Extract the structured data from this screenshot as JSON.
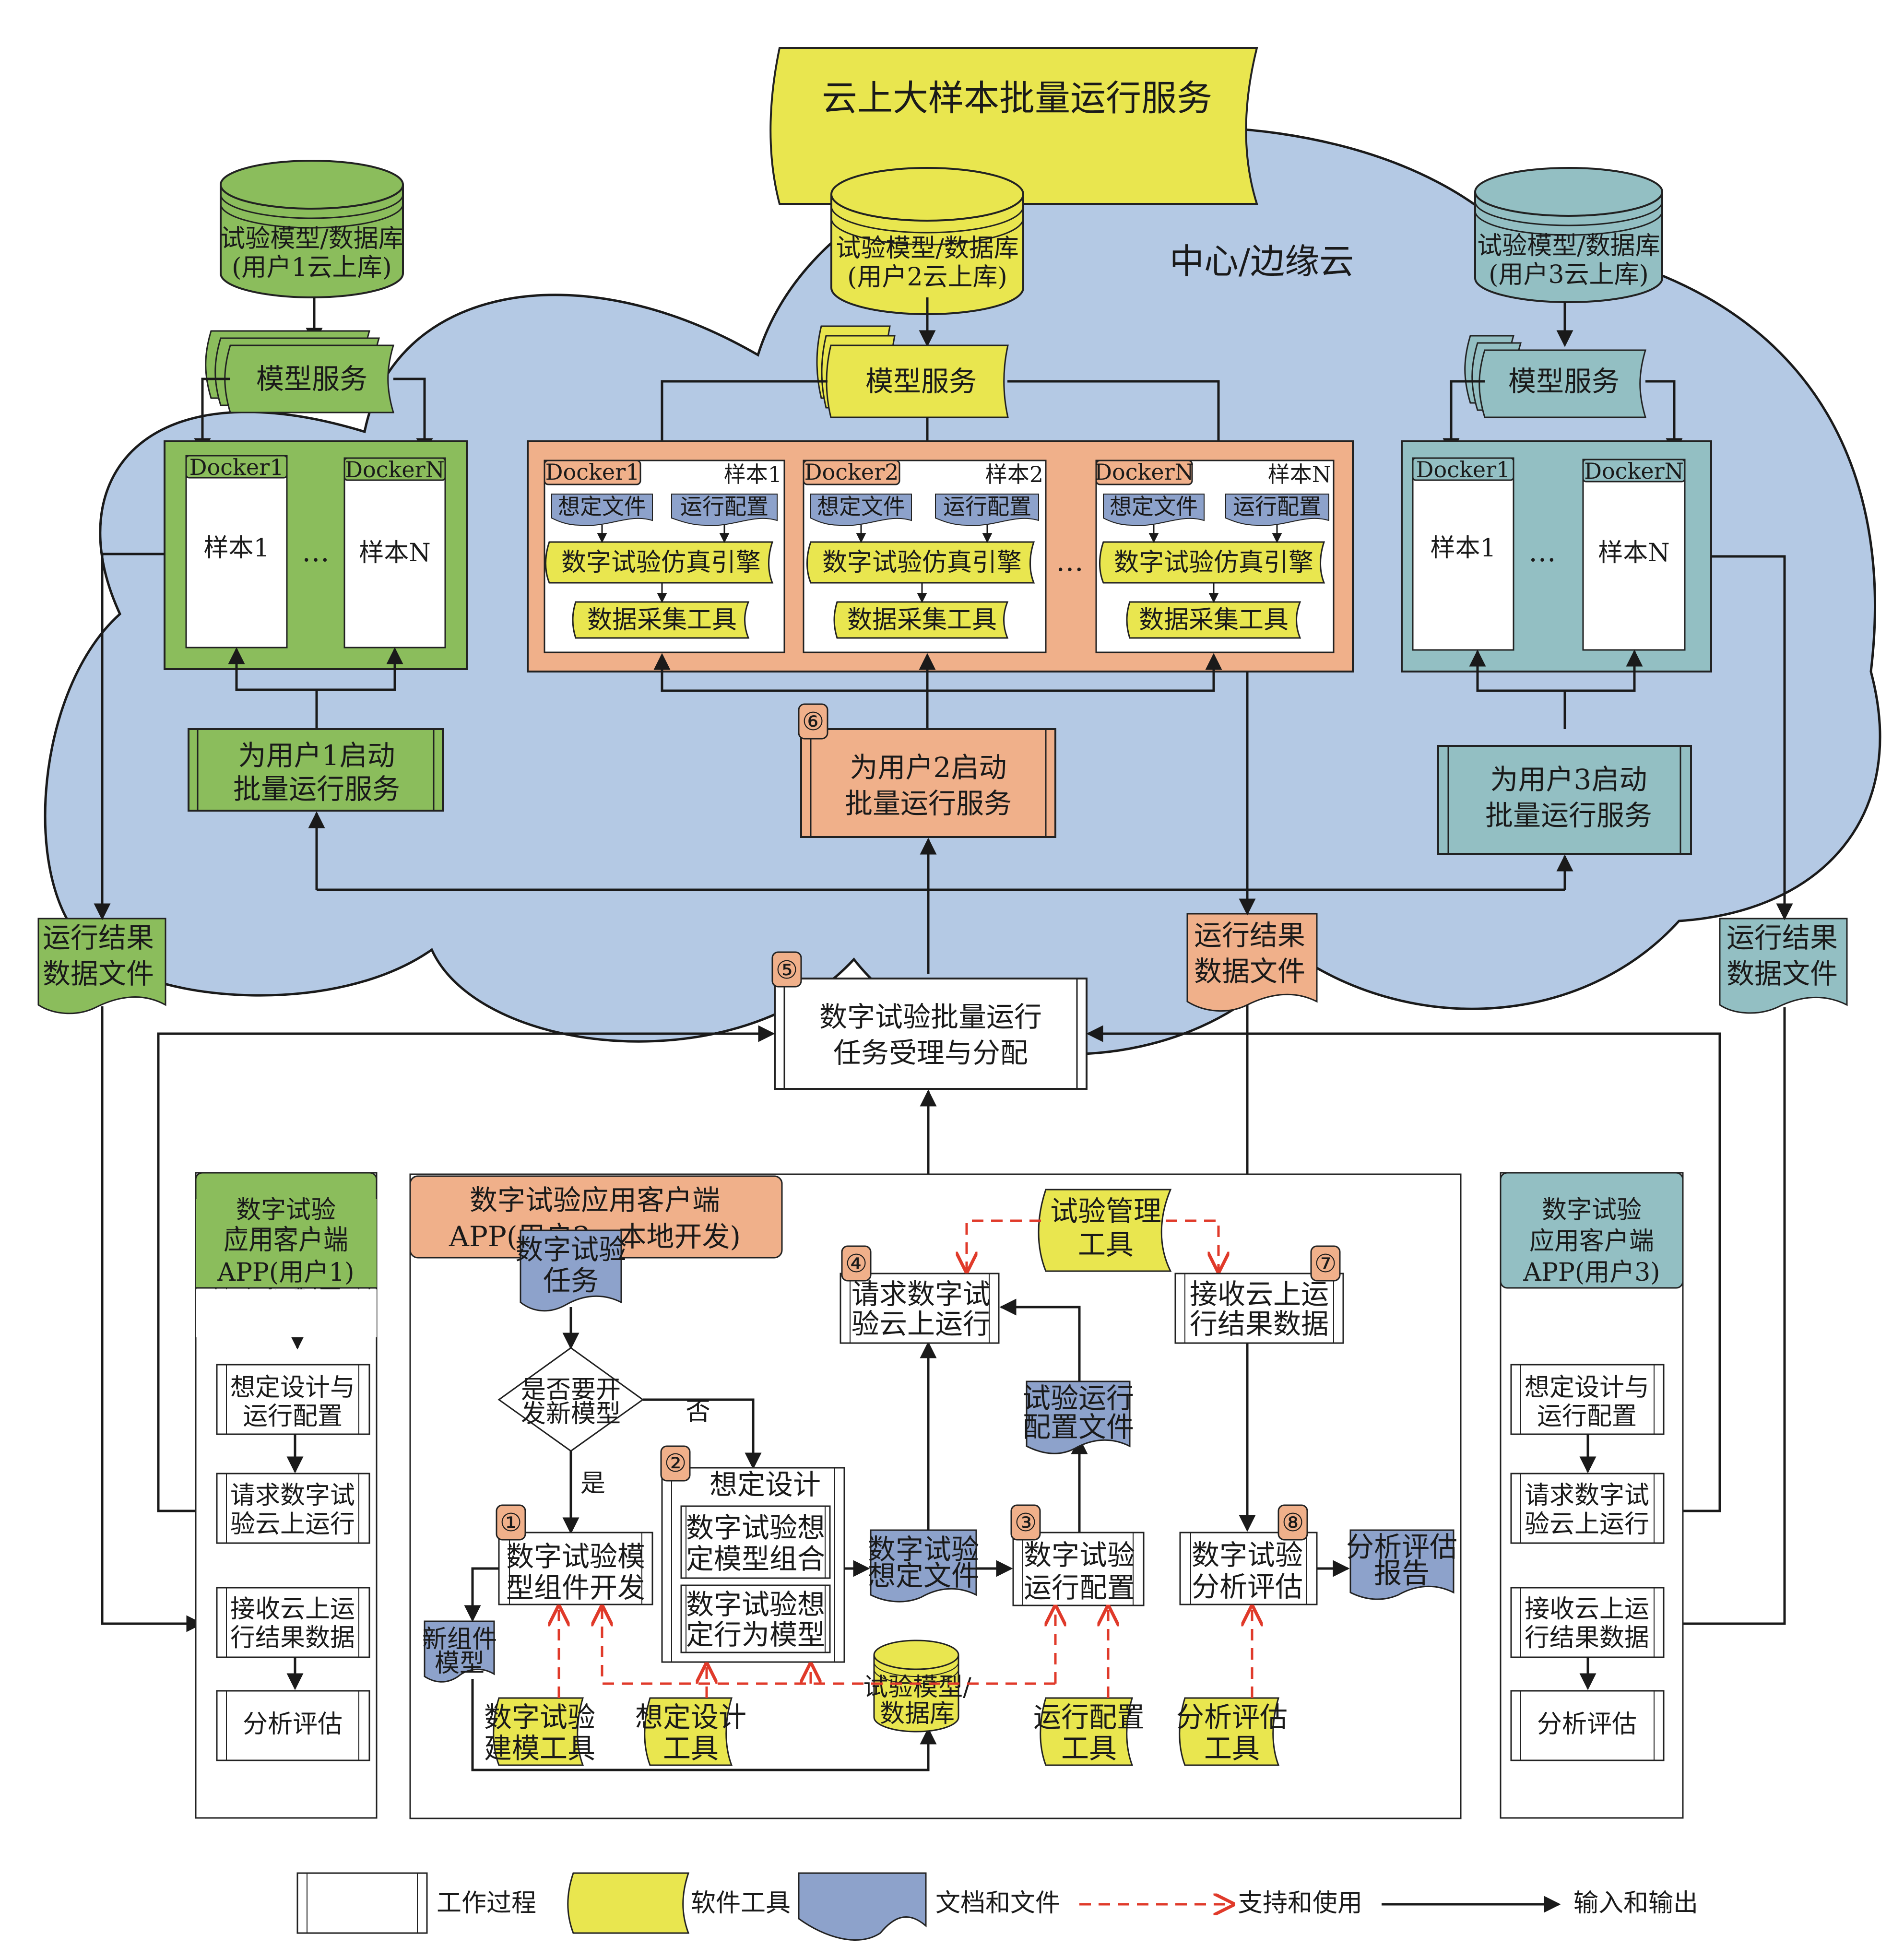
{
  "title": "云上大样本批量运行服务",
  "cloud_label": "中心/边缘云",
  "colors": {
    "cloud": "#b4c9e4",
    "user1": "#8bbd5c",
    "user2": "#f0b08a",
    "user3": "#93bfc3",
    "tool": "#e9e64f",
    "doc": "#8da2cb",
    "support_arrow": "#e03a2a",
    "io_arrow": "#1a1a1a"
  },
  "users": [
    {
      "id": "user1",
      "db_line1": "试验模型/数据库",
      "db_line2": "(用户1云上库)",
      "model_service": "模型服务",
      "dockers": [
        {
          "label": "Docker1",
          "sample": "样本1"
        },
        {
          "label": "DockerN",
          "sample": "样本N"
        }
      ],
      "ellipsis": "…",
      "start_service_line1": "为用户1启动",
      "start_service_line2": "批量运行服务",
      "result_file_line1": "运行结果",
      "result_file_line2": "数据文件",
      "client_title_line1": "数字试验",
      "client_title_line2": "应用客户端",
      "client_title_line3": "APP(用户1)",
      "client_steps": [
        {
          "line1": "想定设计与",
          "line2": "运行配置"
        },
        {
          "line1": "请求数字试",
          "line2": "验云上运行"
        },
        {
          "line1": "接收云上运",
          "line2": "行结果数据"
        },
        {
          "line1": "分析评估",
          "line2": ""
        }
      ]
    },
    {
      "id": "user2",
      "db_line1": "试验模型/数据库",
      "db_line2": "(用户2云上库)",
      "model_service": "模型服务",
      "dockers": [
        {
          "label": "Docker1",
          "sample": "样本1",
          "scenario_file": "想定文件",
          "run_config": "运行配置",
          "engine": "数字试验仿真引擎",
          "collector": "数据采集工具"
        },
        {
          "label": "Docker2",
          "sample": "样本2",
          "scenario_file": "想定文件",
          "run_config": "运行配置",
          "engine": "数字试验仿真引擎",
          "collector": "数据采集工具"
        },
        {
          "label": "DockerN",
          "sample": "样本N",
          "scenario_file": "想定文件",
          "run_config": "运行配置",
          "engine": "数字试验仿真引擎",
          "collector": "数据采集工具"
        }
      ],
      "ellipsis": "…",
      "start_service_step": "⑥",
      "start_service_line1": "为用户2启动",
      "start_service_line2": "批量运行服务",
      "result_file_line1": "运行结果",
      "result_file_line2": "数据文件"
    },
    {
      "id": "user3",
      "db_line1": "试验模型/数据库",
      "db_line2": "(用户3云上库)",
      "model_service": "模型服务",
      "dockers": [
        {
          "label": "Docker1",
          "sample": "样本1"
        },
        {
          "label": "DockerN",
          "sample": "样本N"
        }
      ],
      "ellipsis": "…",
      "start_service_line1": "为用户3启动",
      "start_service_line2": "批量运行服务",
      "result_file_line1": "运行结果",
      "result_file_line2": "数据文件",
      "client_title_line1": "数字试验",
      "client_title_line2": "应用客户端",
      "client_title_line3": "APP(用户3)",
      "client_steps": [
        {
          "line1": "想定设计与",
          "line2": "运行配置"
        },
        {
          "line1": "请求数字试",
          "line2": "验云上运行"
        },
        {
          "line1": "接收云上运",
          "line2": "行结果数据"
        },
        {
          "line1": "分析评估",
          "line2": ""
        }
      ]
    }
  ],
  "dispatch": {
    "step": "⑤",
    "line1": "数字试验批量运行",
    "line2": "任务受理与分配"
  },
  "client2": {
    "title_line1": "数字试验应用客户端",
    "title_line2": "APP(用户2，本地开发)",
    "task_doc_line1": "数字试验",
    "task_doc_line2": "任务",
    "decision_line1": "是否要开",
    "decision_line2": "发新模型",
    "yes": "是",
    "no": "否",
    "step1": {
      "num": "①",
      "line1": "数字试验模",
      "line2": "型组件开发"
    },
    "step2": {
      "num": "②",
      "title": "想定设计",
      "sub1_line1": "数字试验想",
      "sub1_line2": "定模型组合",
      "sub2_line1": "数字试验想",
      "sub2_line2": "定行为模型"
    },
    "scenario_doc_line1": "数字试验",
    "scenario_doc_line2": "想定文件",
    "step3": {
      "num": "③",
      "line1": "数字试验",
      "line2": "运行配置"
    },
    "run_config_doc_line1": "试验运行",
    "run_config_doc_line2": "配置文件",
    "step4": {
      "num": "④",
      "line1": "请求数字试",
      "line2": "验云上运行"
    },
    "mgmt_tool_line1": "试验管理",
    "mgmt_tool_line2": "工具",
    "step7": {
      "num": "⑦",
      "line1": "接收云上运",
      "line2": "行结果数据"
    },
    "step8": {
      "num": "⑧",
      "line1": "数字试验",
      "line2": "分析评估"
    },
    "report_doc_line1": "分析评估",
    "report_doc_line2": "报告",
    "new_component_doc_line1": "新组件",
    "new_component_doc_line2": "模型",
    "local_db_line1": "试验模型/",
    "local_db_line2": "数据库",
    "tools": [
      {
        "line1": "数字试验",
        "line2": "建模工具"
      },
      {
        "line1": "想定设计",
        "line2": "工具"
      },
      {
        "line1": "运行配置",
        "line2": "工具"
      },
      {
        "line1": "分析评估",
        "line2": "工具"
      }
    ]
  },
  "legend": [
    {
      "key": "process",
      "label": "工作过程"
    },
    {
      "key": "tool",
      "label": "软件工具"
    },
    {
      "key": "doc",
      "label": "文档和文件"
    },
    {
      "key": "support",
      "label": "支持和使用"
    },
    {
      "key": "io",
      "label": "输入和输出"
    }
  ]
}
